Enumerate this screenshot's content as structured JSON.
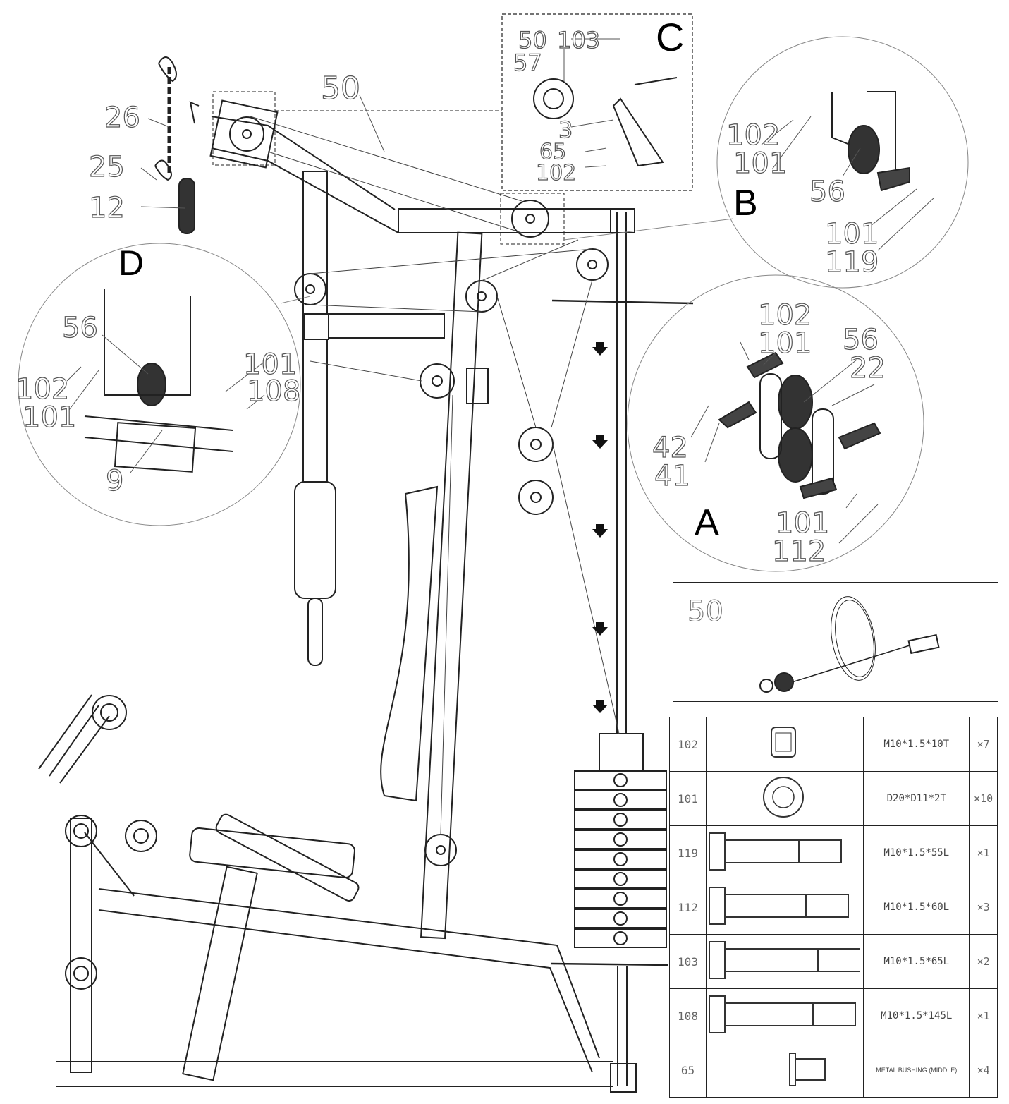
{
  "detail_labels": {
    "A": "A",
    "B": "B",
    "C": "C",
    "D": "D"
  },
  "callouts": {
    "c_50": "50",
    "c_103": "103",
    "c_57": "57",
    "c_3": "3",
    "c_65": "65",
    "c_102": "102",
    "top_50": "50",
    "b_102": "102",
    "b_101": "101",
    "b_56": "56",
    "b_101b": "101",
    "b_119": "119",
    "a_102": "102",
    "a_101": "101",
    "a_56": "56",
    "a_22": "22",
    "a_42": "42",
    "a_41": "41",
    "a_101b": "101",
    "a_112": "112",
    "d_56": "56",
    "d_102": "102",
    "d_101": "101",
    "d_101b": "101",
    "d_108": "108",
    "d_9": "9",
    "h_26": "26",
    "h_25": "25",
    "h_12": "12"
  },
  "cable_box": {
    "part": "50"
  },
  "hardware_table": [
    {
      "part": "102",
      "spec": "M10*1.5*10T",
      "qty": "×7",
      "icon": "hex-nut-icon"
    },
    {
      "part": "101",
      "spec": "D20*D11*2T",
      "qty": "×10",
      "icon": "washer-icon"
    },
    {
      "part": "119",
      "spec": "M10*1.5*55L",
      "qty": "×1",
      "icon": "bolt-icon"
    },
    {
      "part": "112",
      "spec": "M10*1.5*60L",
      "qty": "×3",
      "icon": "bolt-icon"
    },
    {
      "part": "103",
      "spec": "M10*1.5*65L",
      "qty": "×2",
      "icon": "bolt-icon"
    },
    {
      "part": "108",
      "spec": "M10*1.5*145L",
      "qty": "×1",
      "icon": "bolt-icon"
    },
    {
      "part": "65",
      "spec": "METAL BUSHING (MIDDLE)",
      "qty": "×4",
      "icon": "bushing-icon"
    }
  ]
}
